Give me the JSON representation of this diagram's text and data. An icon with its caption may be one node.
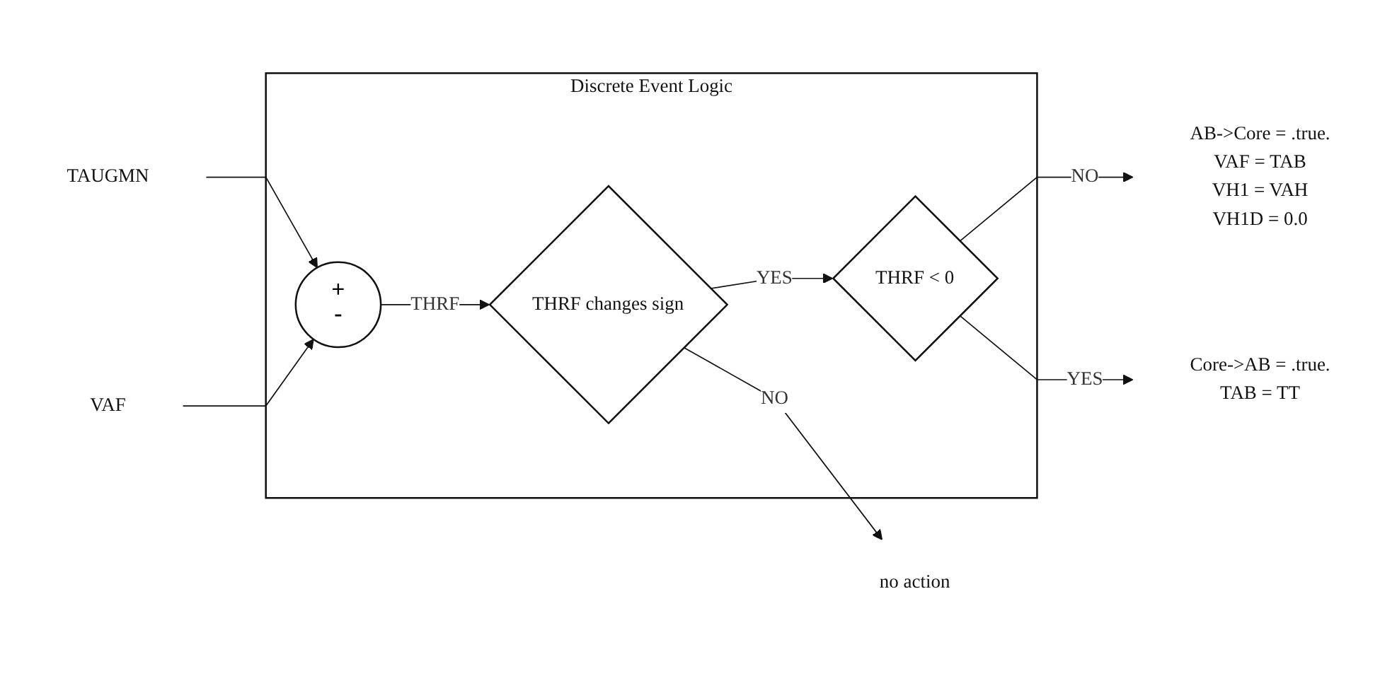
{
  "diagram": {
    "nodes": [
      {
        "text": [
          "Discrete Event Logic"
        ]
      },
      {
        "text": [
          "TAUGMN"
        ]
      },
      {
        "text": [
          "VAF"
        ]
      },
      {
        "text": [
          "+",
          "-"
        ],
        "in": 0
      },
      {
        "text": [
          "THRF changes sign"
        ],
        "in": 0
      },
      {
        "text": [
          "THRF < 0"
        ],
        "in": 0
      },
      {
        "text": [
          "no action"
        ]
      },
      {
        "text": [
          "AB->Core = .true.",
          "VAF = TAB",
          "VH1 = VAH",
          "VH1D = 0.0"
        ]
      },
      {
        "text": [
          "Core->AB = .true.",
          "TAB = TT"
        ]
      }
    ],
    "edges": [
      {
        "from": 1,
        "to": 3,
        "arrow": "to"
      },
      {
        "from": 2,
        "to": 3,
        "arrow": "to"
      },
      {
        "from": 3,
        "to": 4,
        "arrow": "to",
        "label": "THRF"
      },
      {
        "from": 4,
        "to": 6,
        "arrow": "to",
        "label": "NO"
      },
      {
        "from": 4,
        "to": 5,
        "arrow": "to",
        "label": "YES"
      },
      {
        "from": 5,
        "to": 7,
        "arrow": "to",
        "label": "NO"
      },
      {
        "from": 5,
        "to": 8,
        "arrow": "to",
        "label": "YES"
      }
    ]
  }
}
